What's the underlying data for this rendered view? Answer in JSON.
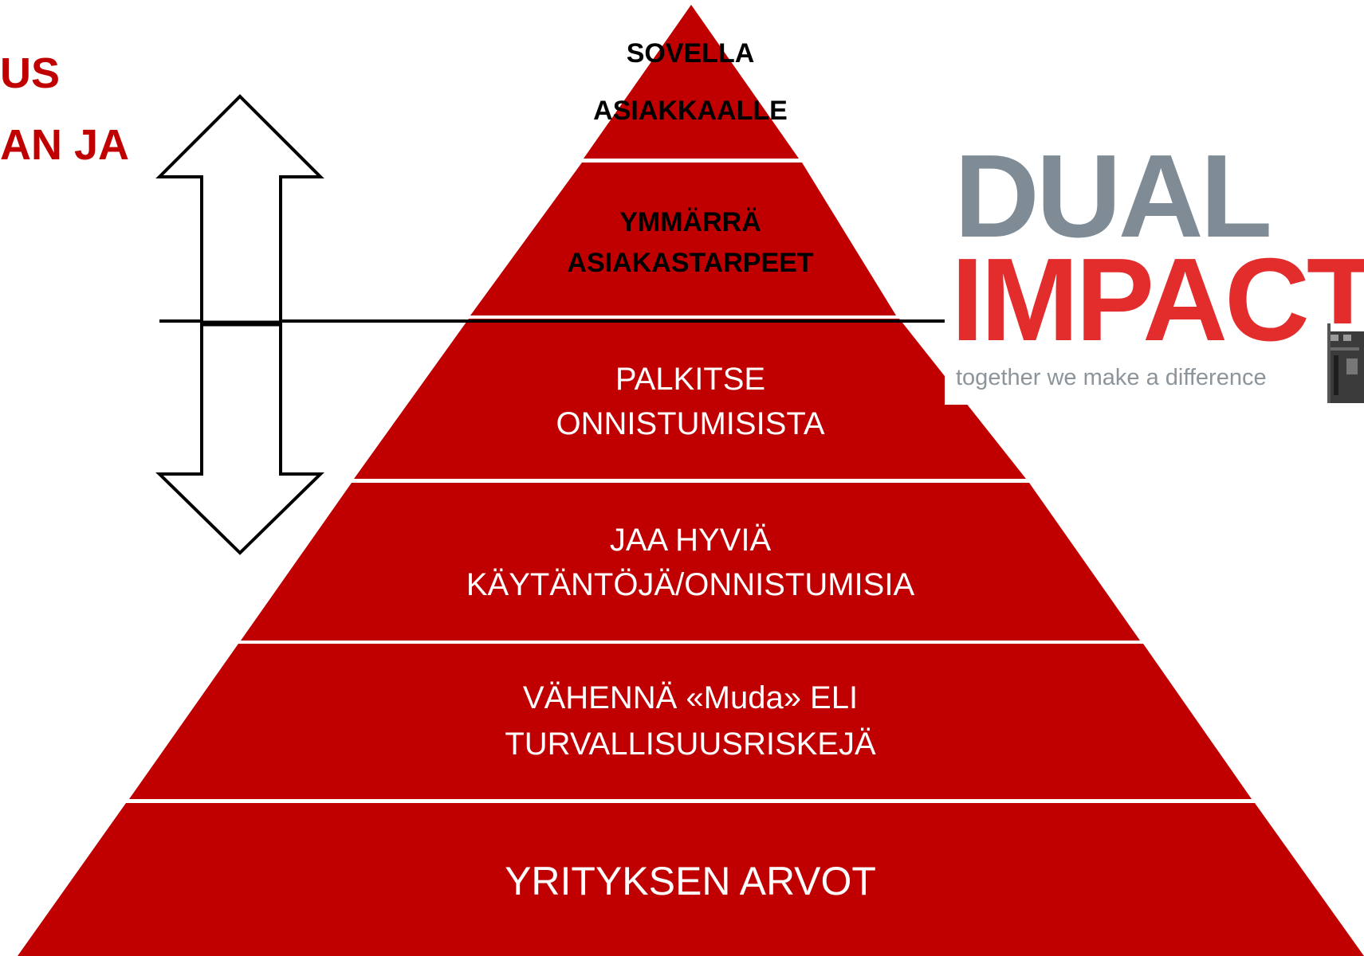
{
  "cut_title": {
    "line1": "US",
    "line2": "AN JA"
  },
  "pyramid": {
    "fill_color": "#c00000",
    "tiers": [
      {
        "lines": [
          "SOVELLA",
          "ASIAKKAALLE"
        ]
      },
      {
        "lines": [
          "YMMÄRRÄ",
          "ASIAKASTARPEET"
        ]
      },
      {
        "lines": [
          "PALKITSE",
          "ONNISTUMISISTA"
        ]
      },
      {
        "lines": [
          "JAA HYVIÄ",
          "KÄYTÄNTÖJÄ/ONNISTUMISIA"
        ]
      },
      {
        "lines": [
          "VÄHENNÄ «Muda» ELI",
          "TURVALLISUUSRISKEJÄ"
        ]
      },
      {
        "lines": [
          "YRITYKSEN ARVOT"
        ]
      }
    ]
  },
  "logo": {
    "line1": "DUAL",
    "line2": "IMPACT",
    "tagline": "together we make a difference",
    "line1_color": "#7f8c95",
    "line2_color": "#e32d2d"
  },
  "icons": [
    "double-headed-vertical-arrow-icon"
  ]
}
